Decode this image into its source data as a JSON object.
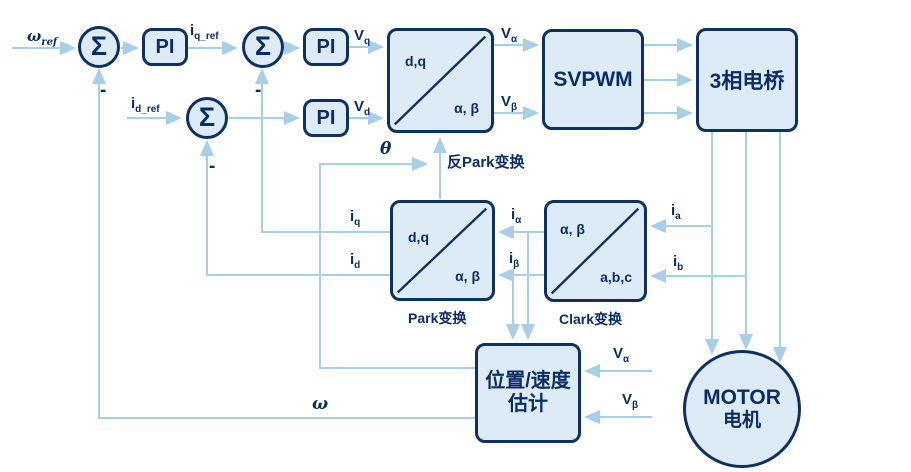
{
  "colors": {
    "navy_text": "#0a2d66",
    "block_border": "#0e3160",
    "block_fill": "#dcebf5",
    "wire": "#a7cfe7"
  },
  "labels": {
    "sigma": "Σ",
    "pi": "PI",
    "minus": "-",
    "omega_ref": {
      "main": "ω",
      "sub": "ref"
    },
    "iq_ref": {
      "main": "i",
      "sub": "q_ref"
    },
    "id_ref": {
      "main": "i",
      "sub": "d_ref"
    },
    "vq": {
      "main": "V",
      "sub": "q"
    },
    "vd": {
      "main": "V",
      "sub": "d"
    },
    "valpha": {
      "main": "V",
      "sub": "α"
    },
    "vbeta": {
      "main": "V",
      "sub": "β"
    },
    "iq": {
      "main": "i",
      "sub": "q"
    },
    "id": {
      "main": "i",
      "sub": "d"
    },
    "ialpha": {
      "main": "i",
      "sub": "α"
    },
    "ibeta": {
      "main": "i",
      "sub": "β"
    },
    "ia": {
      "main": "i",
      "sub": "a"
    },
    "ib": {
      "main": "i",
      "sub": "b"
    },
    "theta": "θ",
    "omega": "ω"
  },
  "blocks": {
    "inv_park": {
      "tl": "d,q",
      "br": "α,  β",
      "caption": "反Park变换"
    },
    "svpwm": {
      "label": "SVPWM"
    },
    "bridge": {
      "label": "3相电桥"
    },
    "park": {
      "tl": "d,q",
      "br": "α,  β",
      "caption": "Park变换"
    },
    "clark": {
      "tl": "α,  β",
      "br": "a,b,c",
      "caption": "Clark变换"
    },
    "estimator": {
      "line1": "位置/速度",
      "line2": "估计"
    },
    "motor": {
      "line1": "MOTOR",
      "line2": "电机"
    }
  }
}
